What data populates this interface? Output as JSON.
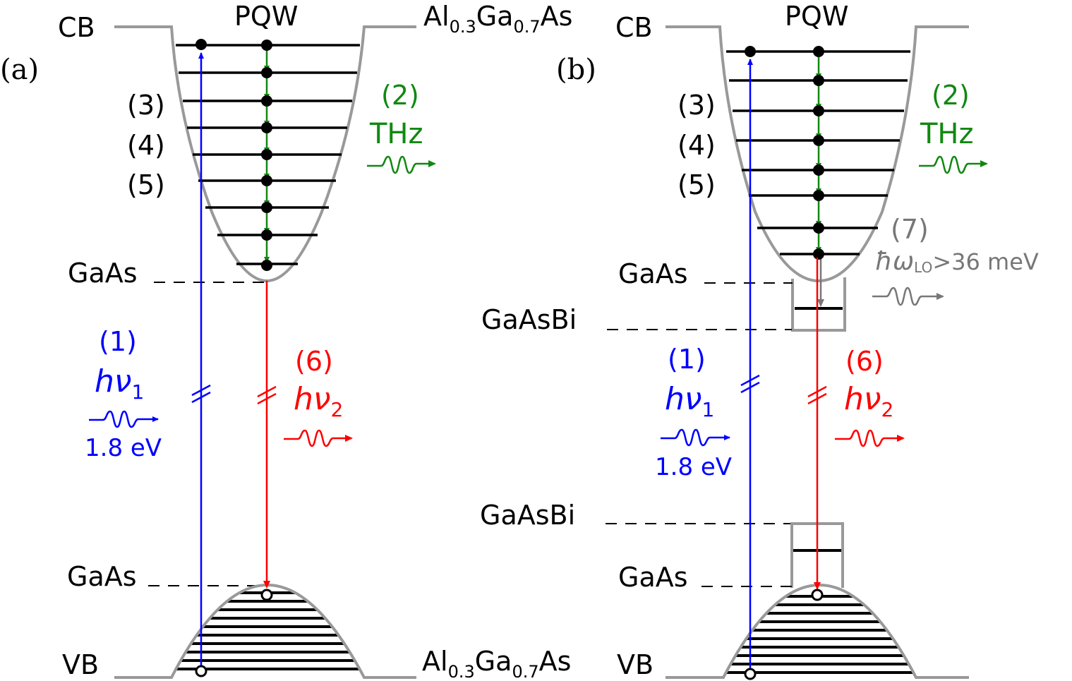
{
  "colors": {
    "well": "#999999",
    "level": "#000000",
    "pump": "#0000ff",
    "emission": "#ff0000",
    "thz": "#118811",
    "phonon": "#777777",
    "dashed": "#000000"
  },
  "panel_a": {
    "label": "(a)",
    "cb": "CB",
    "vb": "VB",
    "pqw": "PQW",
    "barrier_top": {
      "pre": "Al",
      "sub1": "0.3",
      "mid": "Ga",
      "sub2": "0.7",
      "post": "As"
    },
    "barrier_bottom": {
      "pre": "Al",
      "sub1": "0.3",
      "mid": "Ga",
      "sub2": "0.7",
      "post": "As"
    },
    "gaas_cb": "GaAs",
    "gaas_vb": "GaAs",
    "step3": "(3)",
    "step4": "(4)",
    "step5": "(5)",
    "thz_num": "(2)",
    "thz": "THz",
    "pump_num": "(1)",
    "pump_h": "hν",
    "pump_sub": "1",
    "pump_energy": "1.8 eV",
    "emit_num": "(6)",
    "emit_h": "hν",
    "emit_sub": "2"
  },
  "panel_b": {
    "label": "(b)",
    "cb": "CB",
    "vb": "VB",
    "pqw": "PQW",
    "gaas_cb": "GaAs",
    "gaasbi_cb": "GaAsBi",
    "gaasbi_vb": "GaAsBi",
    "gaas_vb": "GaAs",
    "step3": "(3)",
    "step4": "(4)",
    "step5": "(5)",
    "thz_num": "(2)",
    "thz": "THz",
    "lo_num": "(7)",
    "lo_pre": "ħω",
    "lo_sub": "LO",
    "lo_post": ">36 meV",
    "pump_num": "(1)",
    "pump_h": "hν",
    "pump_sub": "1",
    "pump_energy": "1.8 eV",
    "emit_num": "(6)",
    "emit_h": "hν",
    "emit_sub": "2"
  }
}
